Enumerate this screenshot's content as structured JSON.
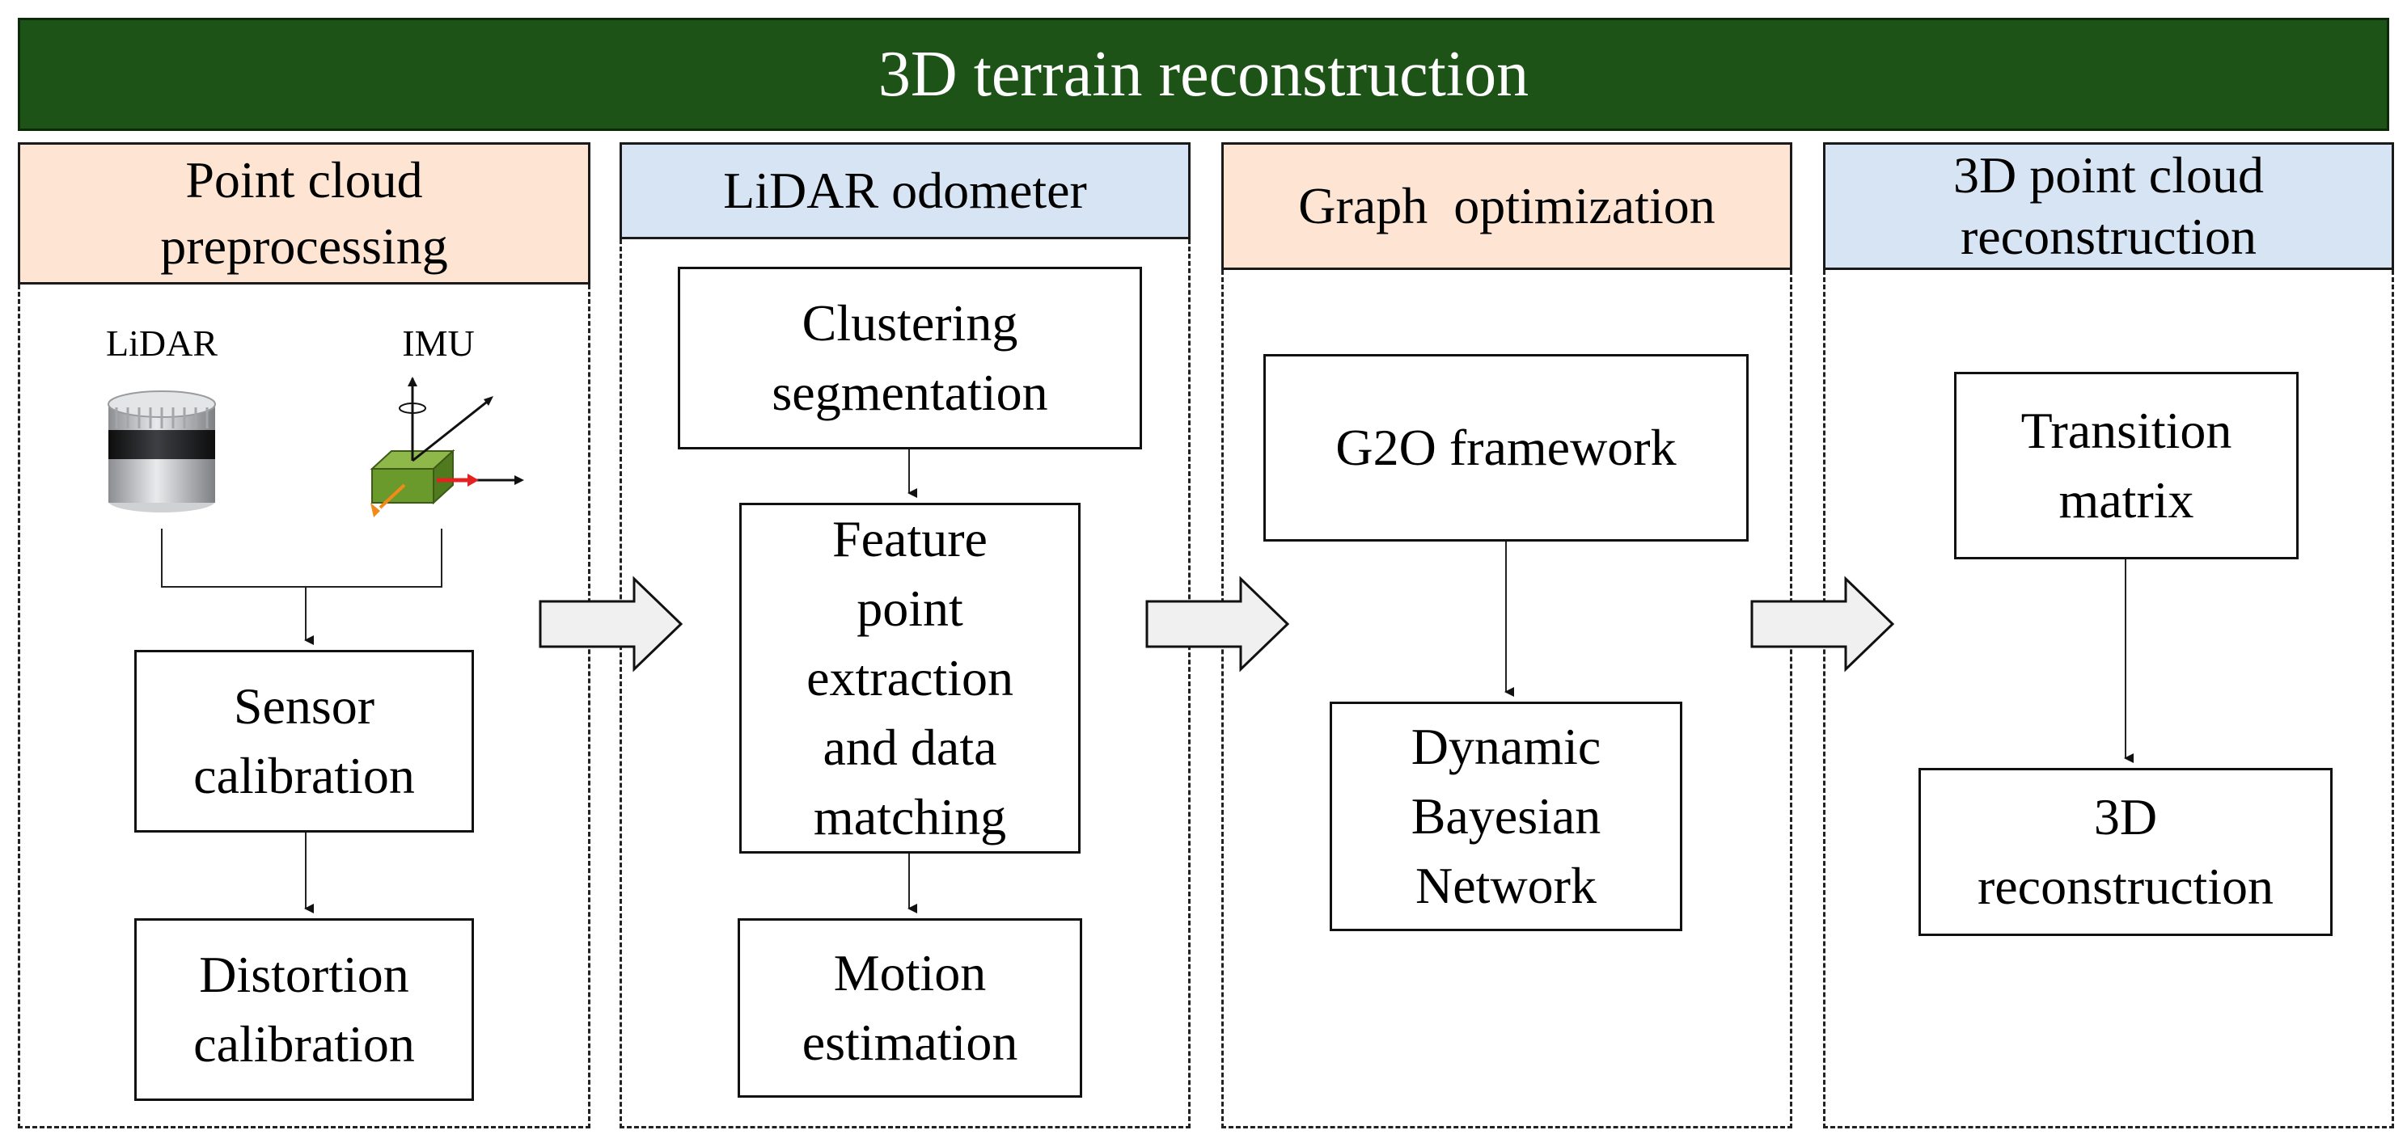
{
  "title": "3D terrain reconstruction",
  "columns": [
    {
      "header": [
        "Point cloud",
        "preprocessing"
      ],
      "sensors": {
        "lidar_label": "LiDAR",
        "imu_label": "IMU"
      },
      "steps": [
        [
          "Sensor",
          "calibration"
        ],
        [
          "Distortion",
          "calibration"
        ]
      ]
    },
    {
      "header": [
        "LiDAR odometer"
      ],
      "steps": [
        [
          "Clustering",
          "segmentation"
        ],
        [
          "Feature",
          "point",
          "extraction",
          "and data",
          "matching"
        ],
        [
          "Motion",
          "estimation"
        ]
      ]
    },
    {
      "header": [
        "Graph  optimization"
      ],
      "steps": [
        [
          "G2O framework"
        ],
        [
          "Dynamic",
          "Bayesian",
          "Network"
        ]
      ]
    },
    {
      "header": [
        "3D point cloud",
        "reconstruction"
      ],
      "steps": [
        [
          "Transition",
          "matrix"
        ],
        [
          "3D",
          "reconstruction"
        ]
      ]
    }
  ],
  "colors": {
    "banner": "#1e5318",
    "header_peach": "#fde4d3",
    "header_blue": "#d6e4f3",
    "imu_block": "#6a9a2c"
  },
  "icons": [
    "lidar-sensor-icon",
    "imu-axes-icon",
    "block-arrow-right-icon"
  ]
}
